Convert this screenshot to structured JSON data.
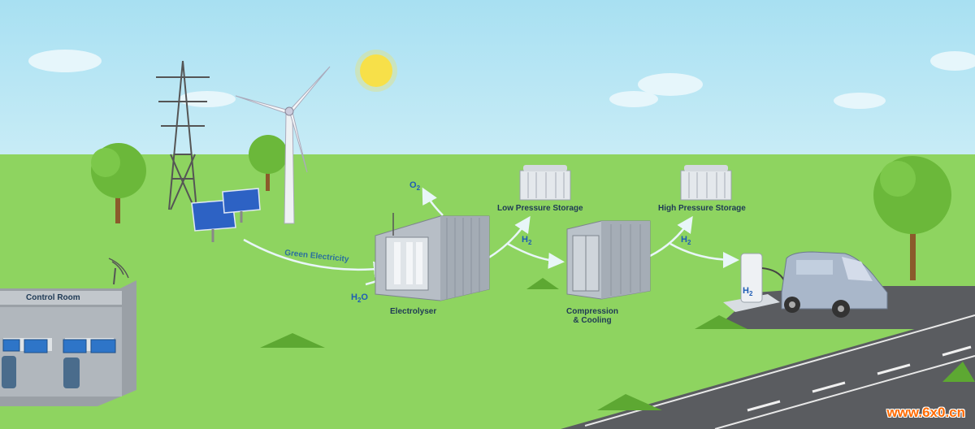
{
  "labels": {
    "o2": "O",
    "o2_sub": "2",
    "low_pressure": "Low Pressure Storage",
    "high_pressure": "High Pressure Storage",
    "h2_a": "H",
    "h2_a_sub": "2",
    "h2_b": "H",
    "h2_b_sub": "2",
    "h2_station": "H",
    "h2_station_sub": "2",
    "green_electricity": "Green Electricity",
    "h2o": "H",
    "h2o_sub": "2",
    "h2o_tail": "O",
    "electrolyser": "Electrolyser",
    "compression_line1": "Compression",
    "compression_line2": "& Cooling",
    "control_room": "Control Room"
  },
  "watermark": "www.6x0.cn",
  "colors": {
    "sky": "#9fdcf0",
    "grass": "#8ed460",
    "road": "#5a5c60",
    "sun": "#f7e04a",
    "container": "#b7bec6",
    "arrow": "#e8f6f8",
    "watermark": "#ff6a00"
  }
}
